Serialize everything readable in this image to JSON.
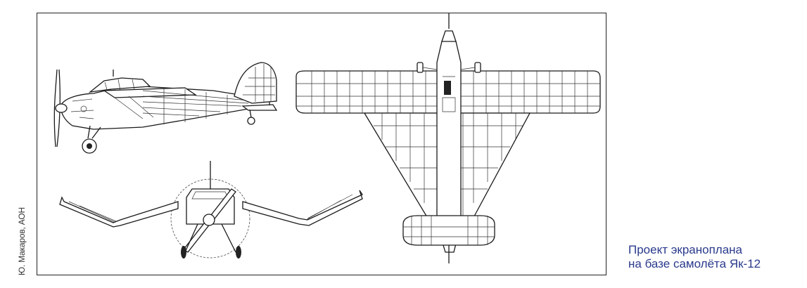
{
  "credit": "Ю. Макаров, АОН",
  "caption": {
    "line1": "Проект экраноплана",
    "line2": "на базе самолёта Як-12"
  },
  "colors": {
    "caption": "#2a3a8c",
    "lines": "#1a1a1a"
  }
}
